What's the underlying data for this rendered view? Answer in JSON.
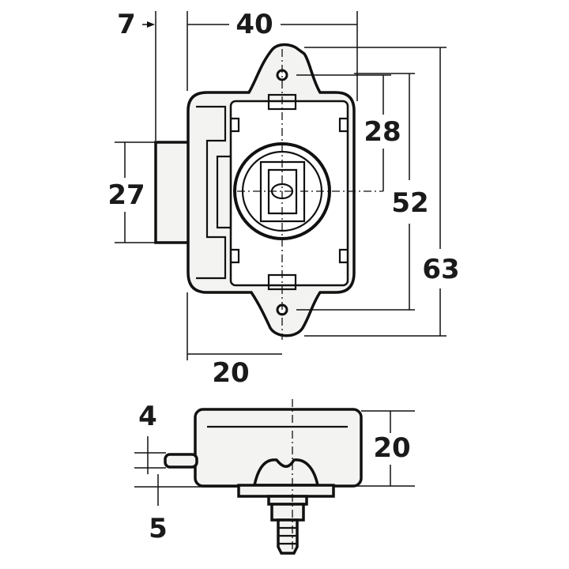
{
  "dimensions": {
    "offset_7": "7",
    "width_40": "40",
    "height_28": "28",
    "height_27": "27",
    "height_52": "52",
    "height_63": "63",
    "width_20": "20",
    "pin_4": "4",
    "depth_20": "20",
    "pin_5": "5"
  }
}
